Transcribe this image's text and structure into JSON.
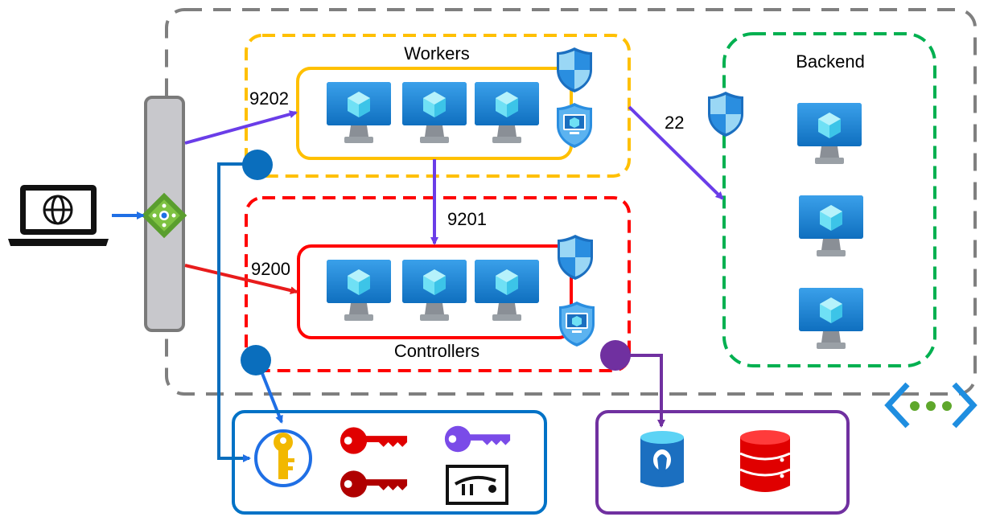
{
  "labels": {
    "workers": "Workers",
    "controllers": "Controllers",
    "backend": "Backend",
    "port_9202": "9202",
    "port_9201": "9201",
    "port_9200": "9200",
    "port_22": "22"
  },
  "colors": {
    "vnet_border": "#7f7f7f",
    "workers_border": "#ffc000",
    "controllers_border": "#ff0000",
    "backend_border": "#00b050",
    "purple_arrow": "#6a3de8",
    "red_arrow": "#e81c1c",
    "blue_arrow": "#1f6fe5",
    "keyvault_border": "#0072c6",
    "db_border": "#7030a0"
  },
  "icons": [
    "laptop-globe-icon",
    "gateway-icon",
    "vm-icon",
    "shield-icon",
    "nsg-icon",
    "key-vault-icon",
    "key-icon",
    "certificate-icon",
    "postgres-icon",
    "database-icon",
    "vnet-icon"
  ]
}
